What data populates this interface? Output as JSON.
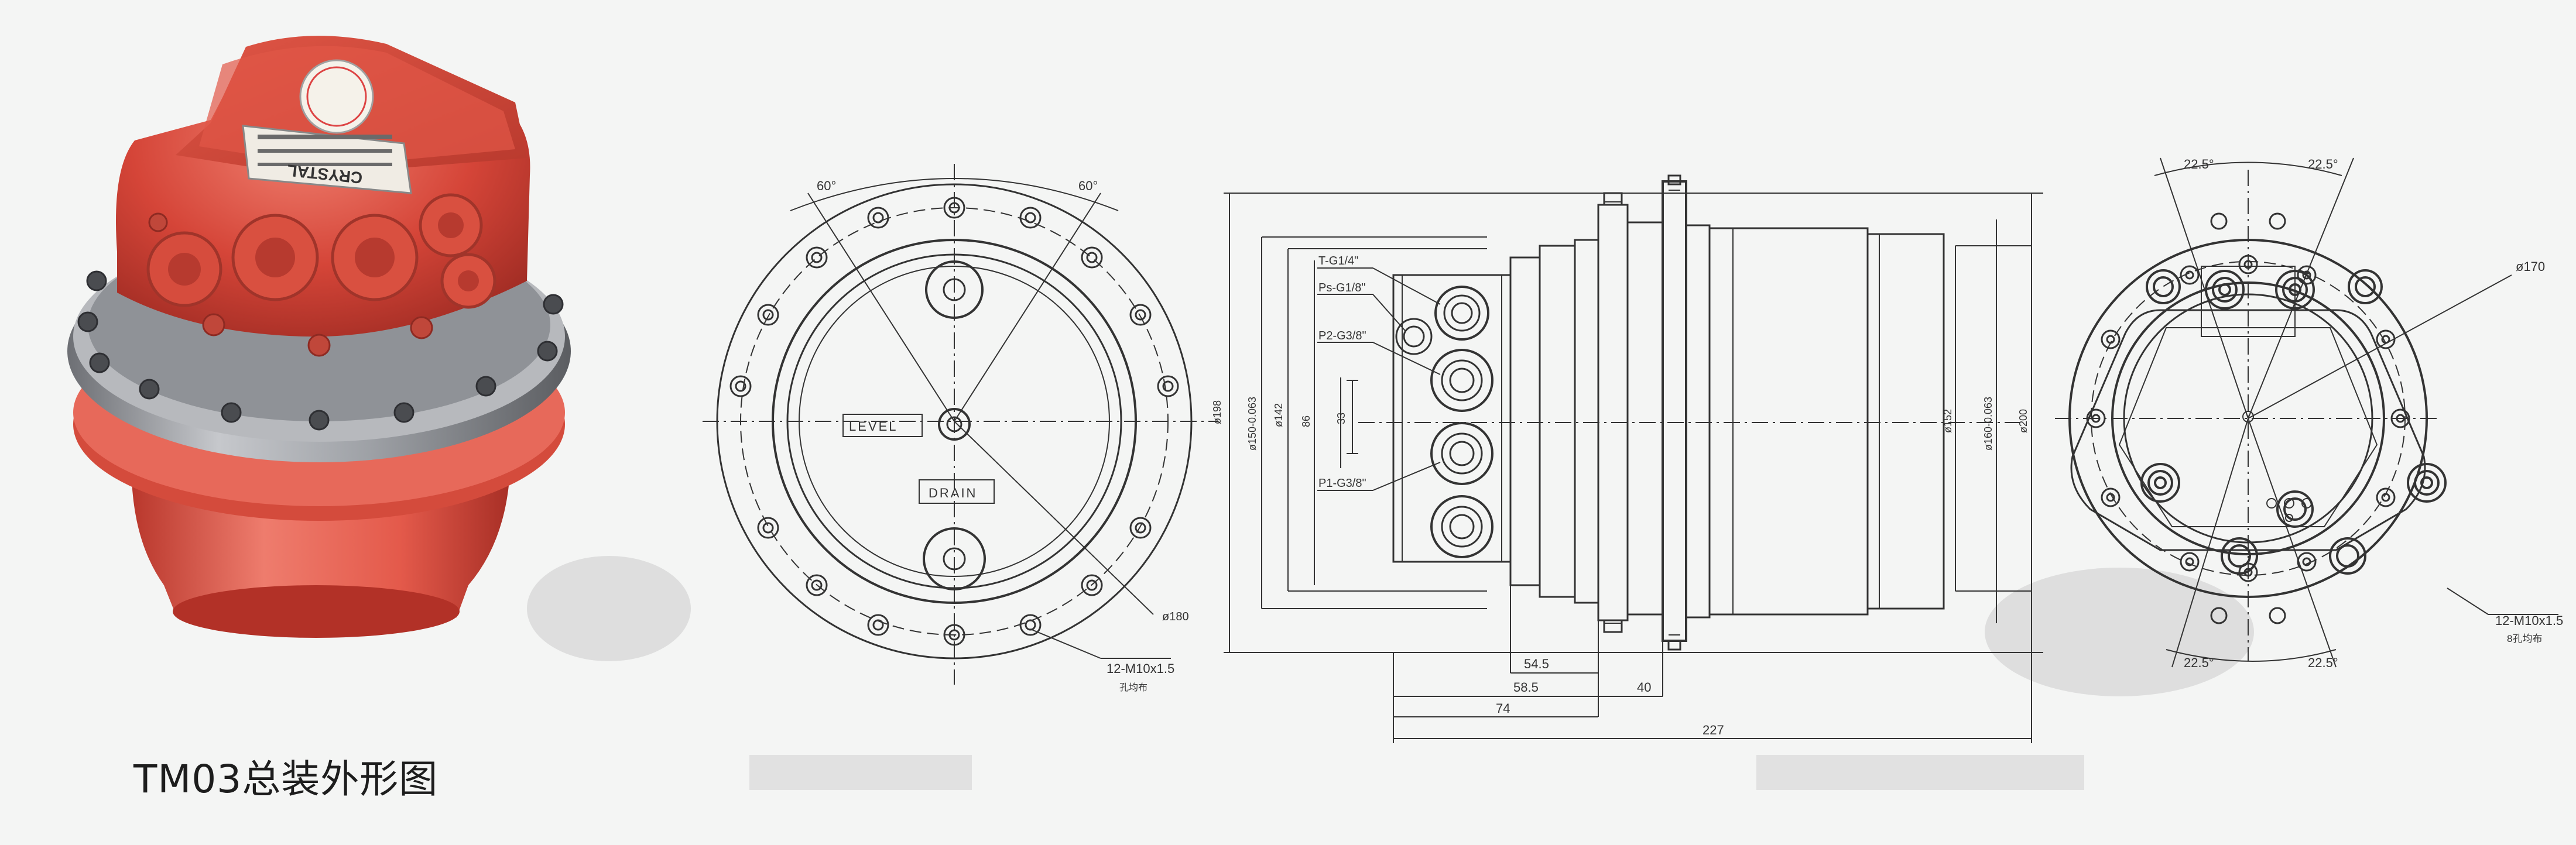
{
  "caption": "TM03总装外形图",
  "photo": {
    "nameplate_brand": "CRYSTAL"
  },
  "front_view": {
    "angle_left": "60°",
    "angle_right": "60°",
    "level_label": "LEVEL",
    "drain_label": "DRAIN",
    "dia_180": "ø180",
    "thread": "12-M10x1.5",
    "thread_note": "孔均布"
  },
  "side_view": {
    "port_t": "T-G1/4\"",
    "port_ps": "Ps-G1/8\"",
    "port_p2": "P2-G3/8\"",
    "port_p1": "P1-G3/8\"",
    "dia_198": "ø198",
    "dia_150": "ø150-0.063",
    "dia_142": "ø142",
    "dim_86": "86",
    "dim_33": "33",
    "dia_152": "ø152",
    "dia_160": "ø160-0.063",
    "dia_200": "ø200",
    "dim_54_5": "54.5",
    "dim_58_5": "58.5",
    "dim_40": "40",
    "dim_74": "74",
    "dim_227": "227"
  },
  "rear_view": {
    "angle_tl": "22.5°",
    "angle_tr": "22.5°",
    "angle_bl": "22.5°",
    "angle_br": "22.5°",
    "dia_170": "ø170",
    "thread": "12-M10x1.5",
    "thread_note": "8孔均布"
  }
}
